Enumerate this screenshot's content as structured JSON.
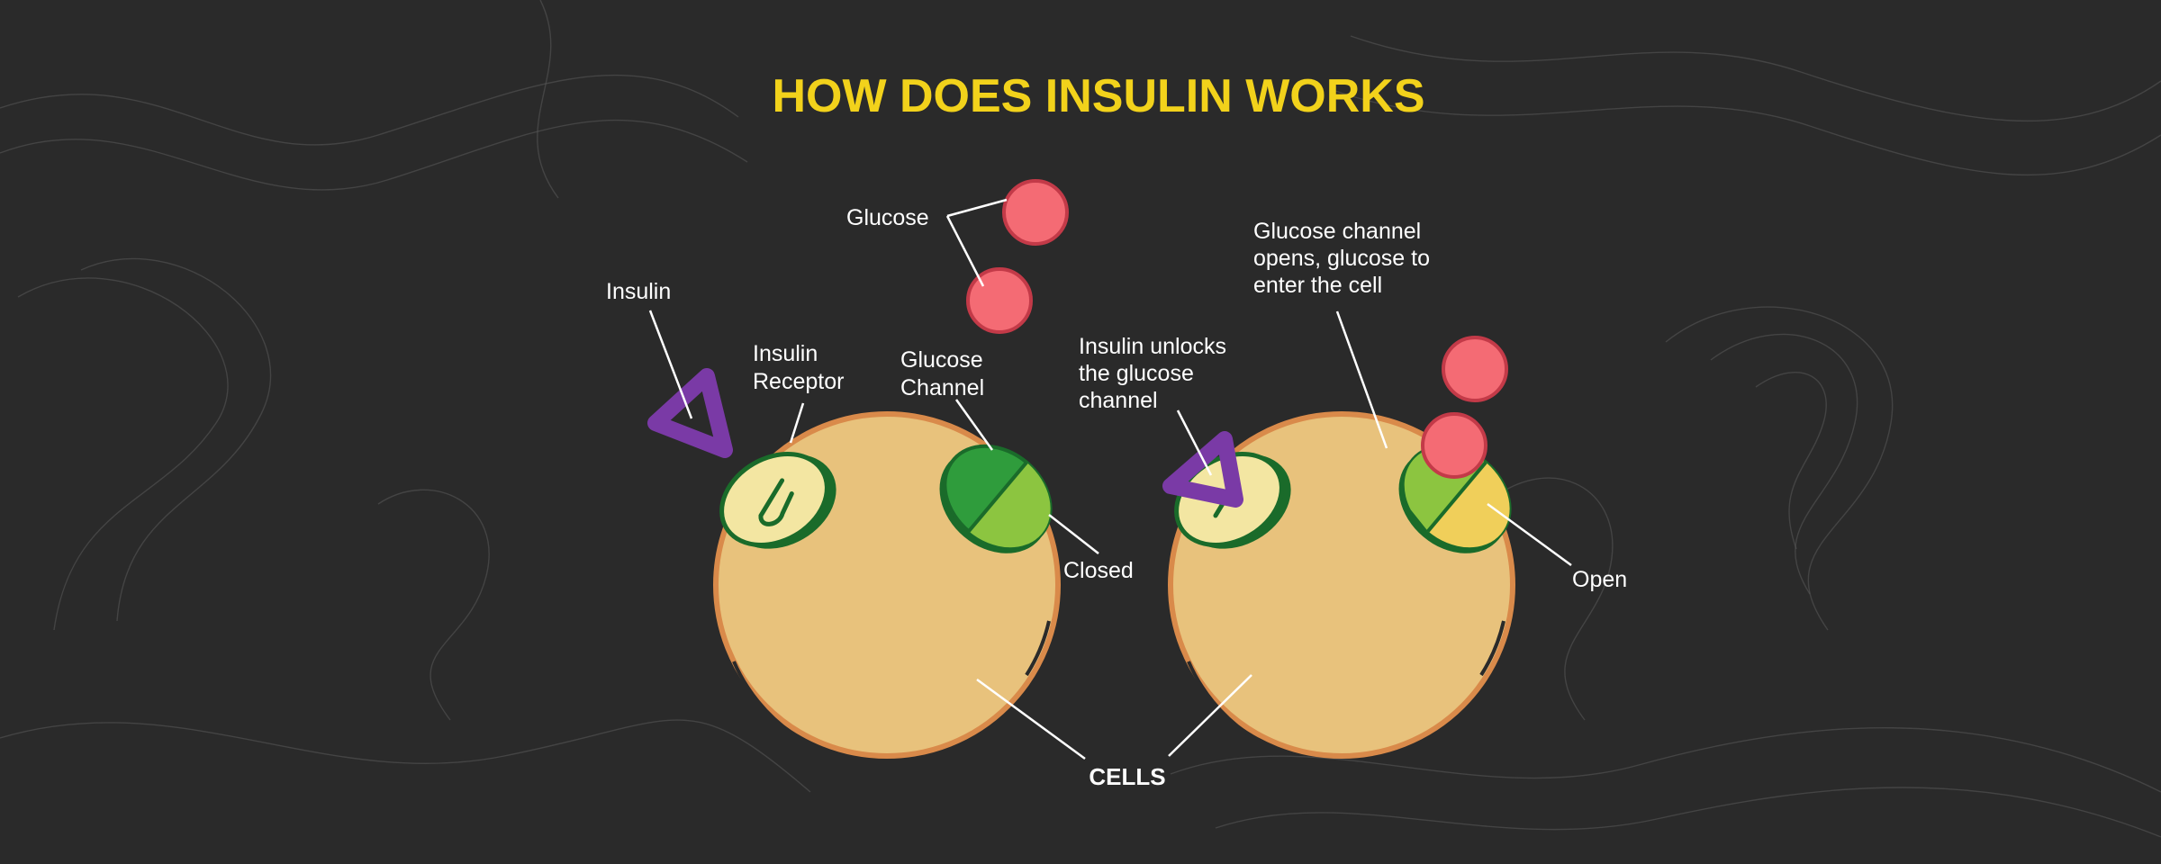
{
  "title": "HOW DOES INSULIN WORKS",
  "labels": {
    "glucose": "Glucose",
    "insulin": "Insulin",
    "insulin_receptor": [
      "Insulin",
      "Receptor"
    ],
    "glucose_channel": [
      "Glucose",
      "Channel"
    ],
    "closed": "Closed",
    "insulin_unlocks": [
      "Insulin unlocks",
      "the glucose",
      "channel"
    ],
    "channel_opens": [
      "Glucose channel",
      "opens, glucose to",
      "enter the cell"
    ],
    "open": "Open",
    "cells": "CELLS"
  },
  "colors": {
    "background": "#2a2a2a",
    "title": "#f2d21b",
    "cell_fill": "#e8c27c",
    "cell_border": "#d98a4a",
    "glucose": "#f46b74",
    "insulin": "#7a3aa6",
    "receptor": "#f3e6a2",
    "channel_dark": "#2f9c3c",
    "channel_light": "#8cc540",
    "channel_open": "#f0cf5a",
    "outline": "#1a6b2a"
  },
  "icons": [
    "insulin-triangle-icon",
    "glucose-molecule-icon",
    "receptor-icon",
    "glucose-channel-icon"
  ]
}
